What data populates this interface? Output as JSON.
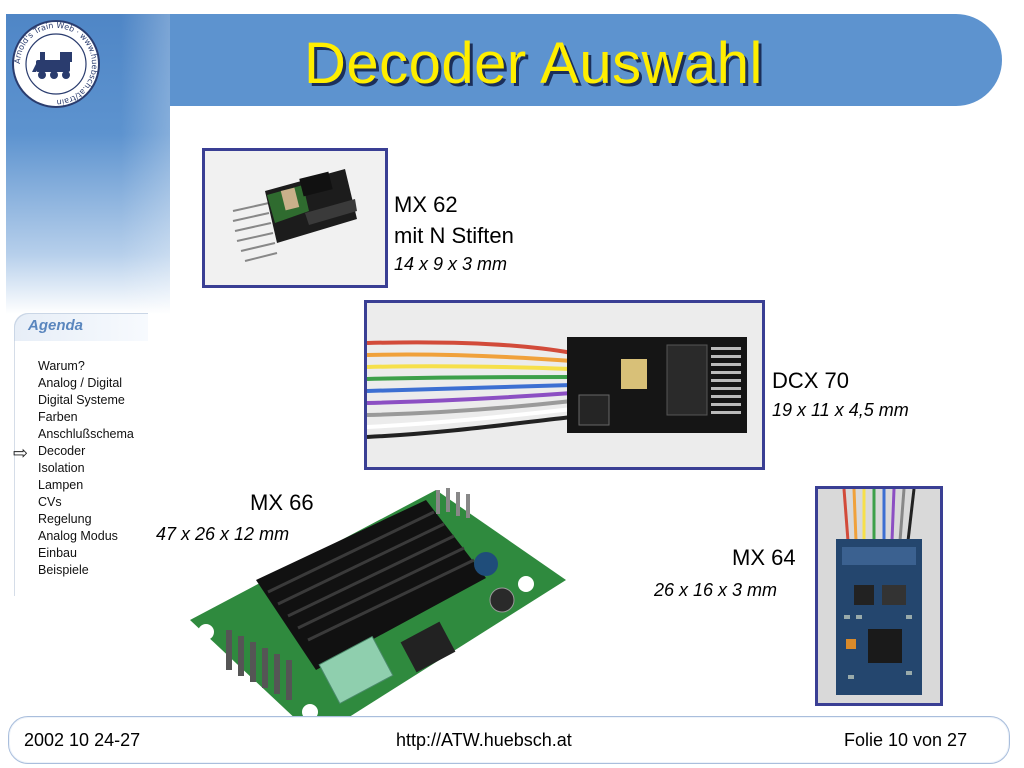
{
  "slide": {
    "title": "Decoder Auswahl",
    "logo_text": "Arnold's Train Web · www.huebsch.at/train"
  },
  "agenda": {
    "heading": "Agenda",
    "current_marker": "⇨",
    "items": [
      "Warum?",
      "Analog / Digital",
      "Digital Systeme",
      "Farben",
      "Anschlußschema",
      "Decoder",
      "Isolation",
      "Lampen",
      "CVs",
      "Regelung",
      "Analog Modus",
      "Einbau",
      "Beispiele"
    ]
  },
  "decoders": {
    "mx62": {
      "name": "MX 62",
      "note": "mit N Stiften",
      "size": "14 x 9 x 3 mm"
    },
    "dcx70": {
      "name": "DCX 70",
      "size": "19 x 11 x 4,5 mm"
    },
    "mx66": {
      "name": "MX 66",
      "size": "47 x 26 x 12 mm"
    },
    "mx64": {
      "name": "MX 64",
      "size": "26 x 16 x 3 mm"
    }
  },
  "footer": {
    "date": "2002 10 24-27",
    "url": "http://ATW.huebsch.at",
    "page": "Folie 10 von  27"
  }
}
